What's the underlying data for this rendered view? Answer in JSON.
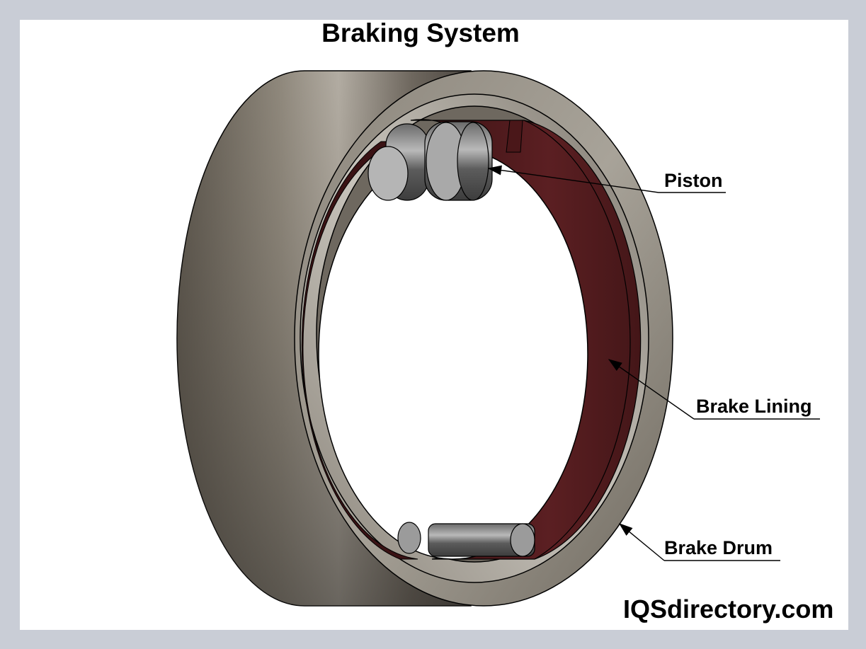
{
  "title": "Braking System",
  "labels": {
    "piston": "Piston",
    "brake_lining": "Brake Lining",
    "brake_drum": "Brake Drum"
  },
  "watermark": "IQSdirectory.com",
  "colors": {
    "frame": "#c9cdd6",
    "drum_metal": "#7a746a",
    "lining": "#5a1c1e",
    "piston_metal": "#9a9a9a"
  }
}
